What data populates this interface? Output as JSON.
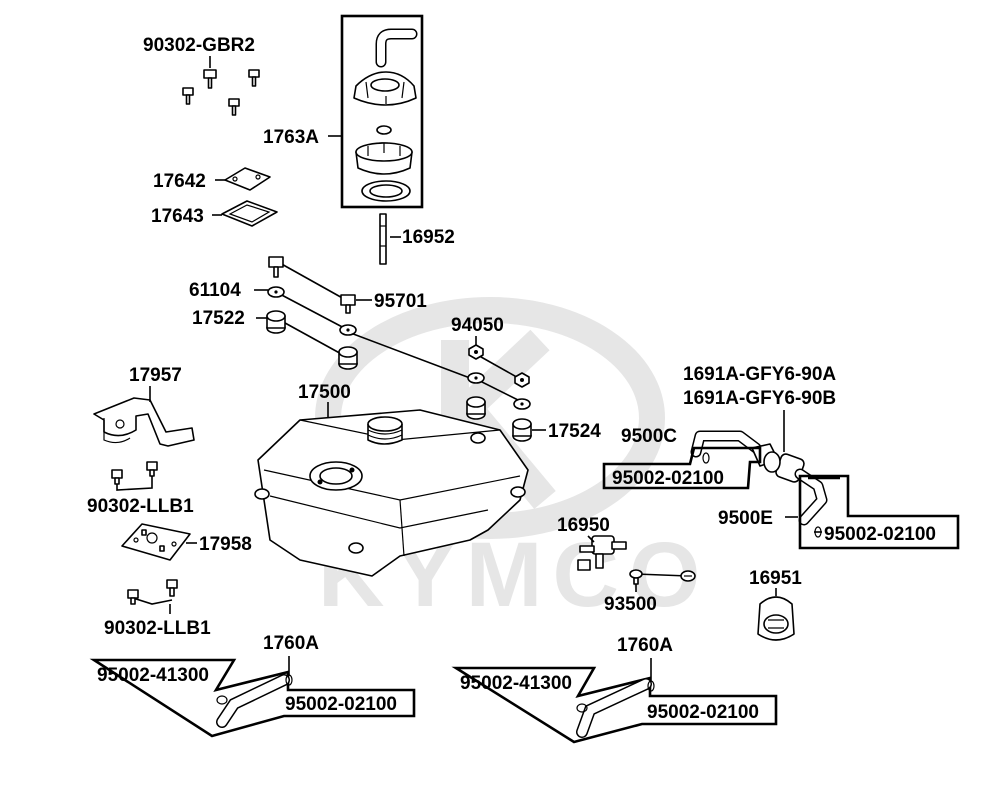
{
  "watermark": {
    "brand": "KYMCO"
  },
  "callouts": {
    "gbr2": "90302-GBR2",
    "cap_assy": "1763A",
    "p17642": "17642",
    "p17643": "17643",
    "p16952": "16952",
    "p61104": "61104",
    "p95701": "95701",
    "p17522": "17522",
    "p94050": "94050",
    "p17957": "17957",
    "p17500": "17500",
    "p17524": "17524",
    "valve_a": "1691A-GFY6-90A",
    "valve_b": "1691A-GFY6-90B",
    "hose_9500c": "9500C",
    "clip_upper": "95002-02100",
    "hose_9500e": "9500E",
    "clip_right": "95002-02100",
    "llb1_upper": "90302-LLB1",
    "p16950": "16950",
    "p17958": "17958",
    "p93500": "93500",
    "p16951": "16951",
    "llb1_lower": "90302-LLB1",
    "hose_left": "1760A",
    "clamp_left": "95002-41300",
    "clip_left": "95002-02100",
    "hose_right": "1760A",
    "clamp_right": "95002-41300",
    "clip_bottom_right": "95002-02100"
  }
}
